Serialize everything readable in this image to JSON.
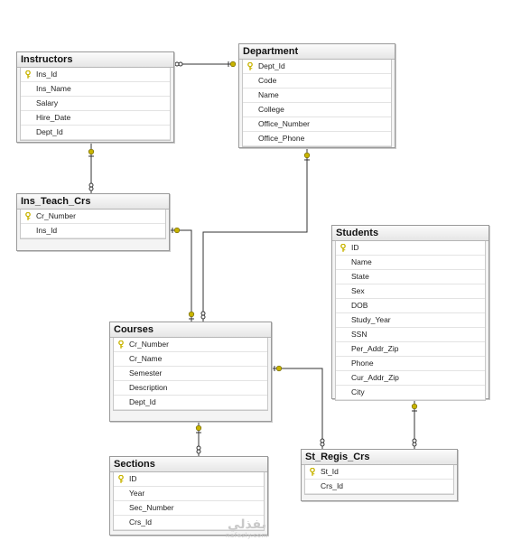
{
  "tables": {
    "instructors": {
      "name": "Instructors",
      "columns": [
        "Ins_Id",
        "Ins_Name",
        "Salary",
        "Hire_Date",
        "Dept_Id"
      ],
      "key": "Ins_Id"
    },
    "department": {
      "name": "Department",
      "columns": [
        "Dept_Id",
        "Code",
        "Name",
        "College",
        "Office_Number",
        "Office_Phone"
      ],
      "key": "Dept_Id"
    },
    "ins_teach_crs": {
      "name": "Ins_Teach_Crs",
      "columns": [
        "Cr_Number",
        "Ins_Id"
      ],
      "key": "Cr_Number"
    },
    "students": {
      "name": "Students",
      "columns": [
        "ID",
        "Name",
        "State",
        "Sex",
        "DOB",
        "Study_Year",
        "SSN",
        "Per_Addr_Zip",
        "Phone",
        "Cur_Addr_Zip",
        "City"
      ],
      "key": "ID"
    },
    "courses": {
      "name": "Courses",
      "columns": [
        "Cr_Number",
        "Cr_Name",
        "Semester",
        "Description",
        "Dept_Id"
      ],
      "key": "Cr_Number"
    },
    "sections": {
      "name": "Sections",
      "columns": [
        "ID",
        "Year",
        "Sec_Number",
        "Crs_Id"
      ],
      "key": "ID"
    },
    "st_regis_crs": {
      "name": "St_Regis_Crs",
      "columns": [
        "St_Id",
        "Crs_Id"
      ],
      "key": "St_Id"
    }
  },
  "relationships": [
    {
      "from": "instructors",
      "to": "department"
    },
    {
      "from": "instructors",
      "to": "ins_teach_crs"
    },
    {
      "from": "department",
      "to": "courses"
    },
    {
      "from": "ins_teach_crs",
      "to": "courses"
    },
    {
      "from": "courses",
      "to": "sections"
    },
    {
      "from": "courses",
      "to": "st_regis_crs"
    },
    {
      "from": "students",
      "to": "st_regis_crs"
    }
  ],
  "colors": {
    "key_icon": "#c8b400",
    "line": "#333333",
    "background": "#ffffff"
  },
  "watermark": {
    "arabic": "نفذلي",
    "latin": "nafezly.com"
  }
}
